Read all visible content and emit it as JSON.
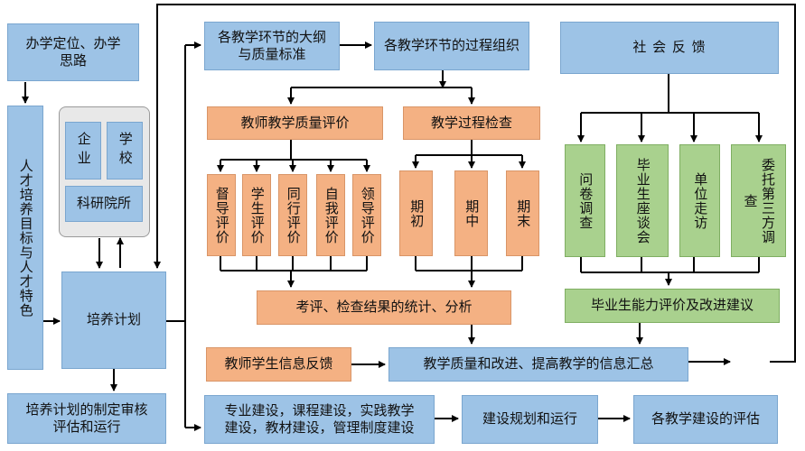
{
  "positioning": "办学定位、办学\n思路",
  "talent_goal": "人才培养目标与人才特色",
  "partners": {
    "enterprise": "企业",
    "school": "学校",
    "institute": "科研院所"
  },
  "training_plan": "培养计划",
  "plan_review": "培养计划的制定审核\n评估和运行",
  "outline_standards": "各教学环节的大纲\n与质量标准",
  "process_organization": "各教学环节的过程组织",
  "social_feedback": "社 会 反 馈",
  "teaching_quality_eval": "教师教学质量评价",
  "teaching_process_check": "教学过程检查",
  "eval_methods": [
    "督导评价",
    "学生评价",
    "同行评价",
    "自我评价",
    "领导评价"
  ],
  "check_phases": [
    "期初",
    "期中",
    "期末"
  ],
  "feedback_methods": [
    "问卷调查",
    "毕业生座谈会",
    "单位走访",
    "委托第三方调查"
  ],
  "stats_analysis": "考评、检查结果的统计、分析",
  "graduate_eval": "毕业生能力评价及改进建议",
  "teacher_student_feedback": "教师学生信息反馈",
  "info_summary": "教学质量和改进、提高教学的信息汇总",
  "construction": "专业建设，课程建设，实践教学\n建设，教材建设，管理制度建设",
  "construction_plan": "建设规划和运行",
  "construction_eval": "各教学建设的评估",
  "colors": {
    "blue": "#9dc3e6",
    "orange": "#f4b183",
    "green": "#a9d18e",
    "gray": "#e8e8e8"
  }
}
